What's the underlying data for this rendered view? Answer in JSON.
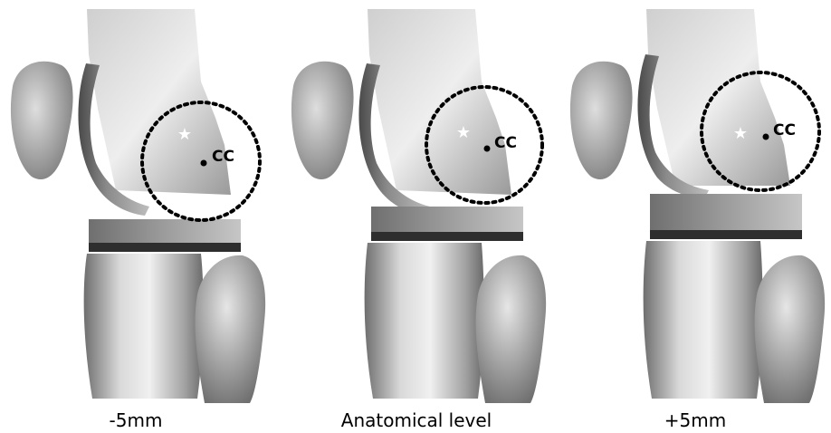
{
  "panels": [
    {
      "id": "minus",
      "label": "-5mm",
      "center_label": "CC",
      "star_glyph": "★"
    },
    {
      "id": "anatomical",
      "label": "Anatomical level",
      "center_label": "CC",
      "star_glyph": "★"
    },
    {
      "id": "plus",
      "label": "+5mm",
      "center_label": "CC",
      "star_glyph": "★"
    }
  ],
  "colors": {
    "background": "#ffffff",
    "bone_light": "#e8e8e8",
    "bone_mid": "#a9a9a9",
    "bone_dark": "#555555",
    "implant_band": "#2e2e2e",
    "circle": "#000000",
    "star": "#ffffff"
  }
}
